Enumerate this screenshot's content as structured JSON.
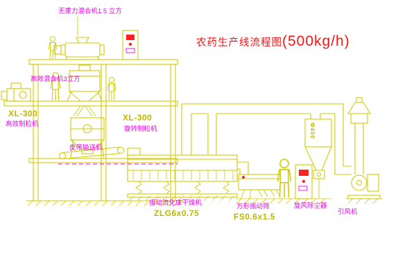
{
  "title": {
    "name_zh": "农药生产线流程图",
    "capacity": "(500kg/h)"
  },
  "equipment_labels": {
    "gravity_free_mixer": "无重力混合机1.5 立方",
    "high_efficiency_mixer": "高效混合机3立方",
    "left_granulator": {
      "model": "XL-300",
      "name": "高效制粒机"
    },
    "rotary_granulator": {
      "model": "XL-300",
      "name": "旋转制粒机"
    },
    "belt_conveyor": "皮带输送机",
    "fluid_bed_dryer": {
      "name": "振动流化床干燥机",
      "model": "ZLG6x0.75"
    },
    "vibrating_screen": {
      "name": "方形振动筛",
      "model": "FS0.6x1.5"
    },
    "cyclone_dust_collector": "旋风除尘器",
    "induced_draft_fan": "引风机",
    "cyclone_diameter": "Φ400"
  },
  "colors": {
    "line_yellow": "#d2cc00",
    "label_magenta": "#ee00ee",
    "title_red": "#ff1212",
    "marker_red": "#ff2020",
    "background": "#ffffff"
  }
}
